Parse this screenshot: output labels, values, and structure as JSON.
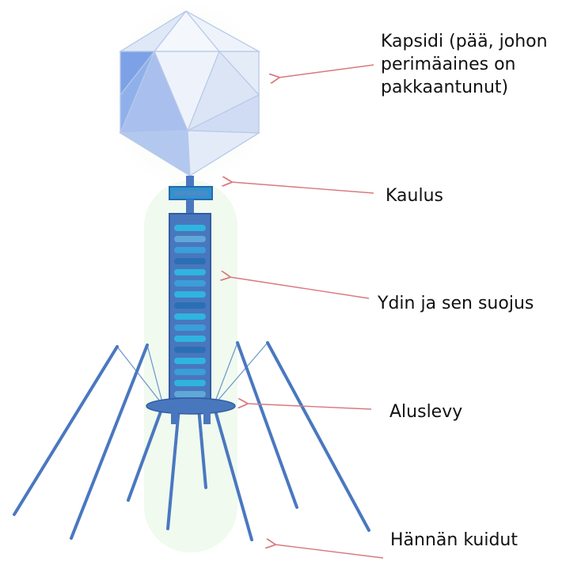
{
  "labels": {
    "capsid": "Kapsidi (pää, johon perimäaines on pakkaantunut)",
    "collar": "Kaulus",
    "core": "Ydin ja sen suojus",
    "baseplate": "Aluslevy",
    "tail_fibers": "Hännän kuidut"
  },
  "colors": {
    "arrow": "#d9797d",
    "fiber": "#4a78c0",
    "capsid_light": "#eef3fb",
    "capsid_mid": "#c7d6f2",
    "capsid_dark": "#8fb0e8",
    "sheath": "#4977bd",
    "sheath_ring": "#2fb4e0",
    "glow": "#eaf8ea"
  }
}
